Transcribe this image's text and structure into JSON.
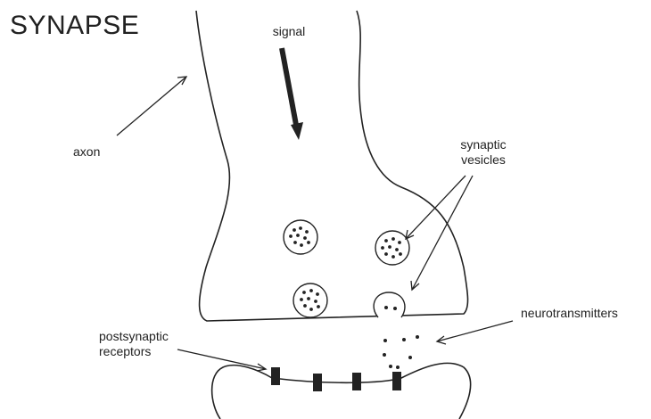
{
  "title": "SYNAPSE",
  "labels": {
    "signal": "signal",
    "axon": "axon",
    "synaptic_vesicles_line1": "synaptic",
    "synaptic_vesicles_line2": "vesicles",
    "neurotransmitters": "neurotransmitters",
    "postsynaptic_receptors_line1": "postsynaptic",
    "postsynaptic_receptors_line2": "receptors"
  },
  "colors": {
    "ink": "#222222",
    "background": "#ffffff"
  }
}
